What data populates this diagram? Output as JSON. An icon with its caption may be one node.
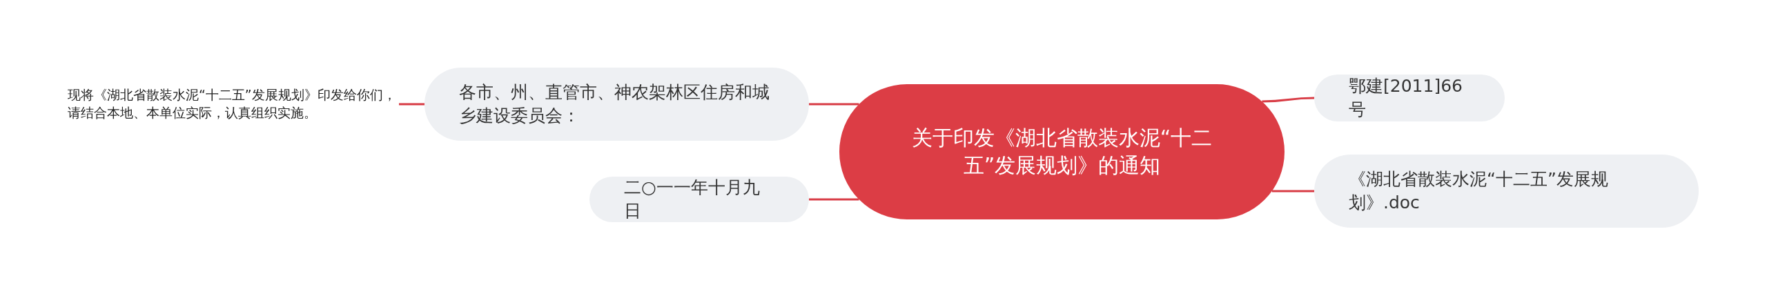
{
  "diagram": {
    "nodes": [
      {
        "text": [
          "关于印发《湖北省散装水泥“十二五”发展规划》的通知"
        ]
      },
      {
        "text": [
          "各市、州、直管市、神农架林区住房和城乡建设委员会："
        ]
      },
      {
        "text": [
          "现将《湖北省散装水泥“十二五”发展规划》印发给你们，请结合本地、本单位实际，认真组织实施。"
        ]
      },
      {
        "text": [
          "二○一一年十月九日"
        ]
      },
      {
        "text": [
          "鄂建[2011]66号"
        ]
      },
      {
        "text": [
          "《湖北省散装水泥“十二五”发展规划》.doc"
        ]
      }
    ],
    "edges": [
      {
        "from": 0,
        "to": 1,
        "arrow": "none"
      },
      {
        "from": 1,
        "to": 2,
        "arrow": "none"
      },
      {
        "from": 0,
        "to": 3,
        "arrow": "none"
      },
      {
        "from": 0,
        "to": 4,
        "arrow": "none"
      },
      {
        "from": 0,
        "to": 5,
        "arrow": "none"
      }
    ]
  }
}
